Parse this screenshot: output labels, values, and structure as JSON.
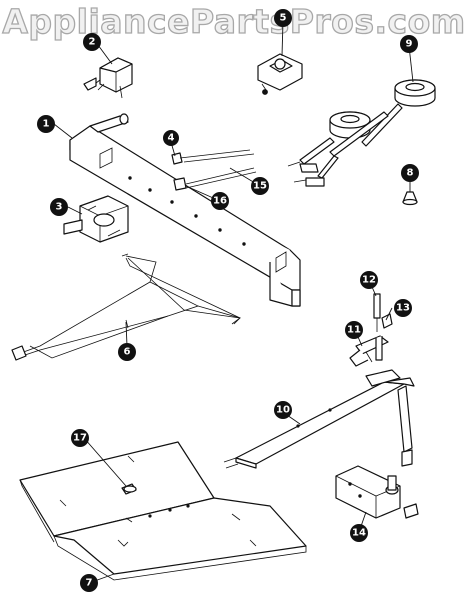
{
  "watermark": "AppliancePartsPros.com",
  "callouts": [
    {
      "id": "c1",
      "label": "1"
    },
    {
      "id": "c2",
      "label": "2"
    },
    {
      "id": "c3",
      "label": "3"
    },
    {
      "id": "c4",
      "label": "4"
    },
    {
      "id": "c5",
      "label": "5"
    },
    {
      "id": "c6",
      "label": "6"
    },
    {
      "id": "c7",
      "label": "7"
    },
    {
      "id": "c8",
      "label": "8"
    },
    {
      "id": "c9",
      "label": "9"
    },
    {
      "id": "c10",
      "label": "10"
    },
    {
      "id": "c11",
      "label": "11"
    },
    {
      "id": "c12",
      "label": "12"
    },
    {
      "id": "c13",
      "label": "13"
    },
    {
      "id": "c14",
      "label": "14"
    },
    {
      "id": "c15",
      "label": "15"
    },
    {
      "id": "c16",
      "label": "16"
    },
    {
      "id": "c17",
      "label": "17"
    }
  ]
}
